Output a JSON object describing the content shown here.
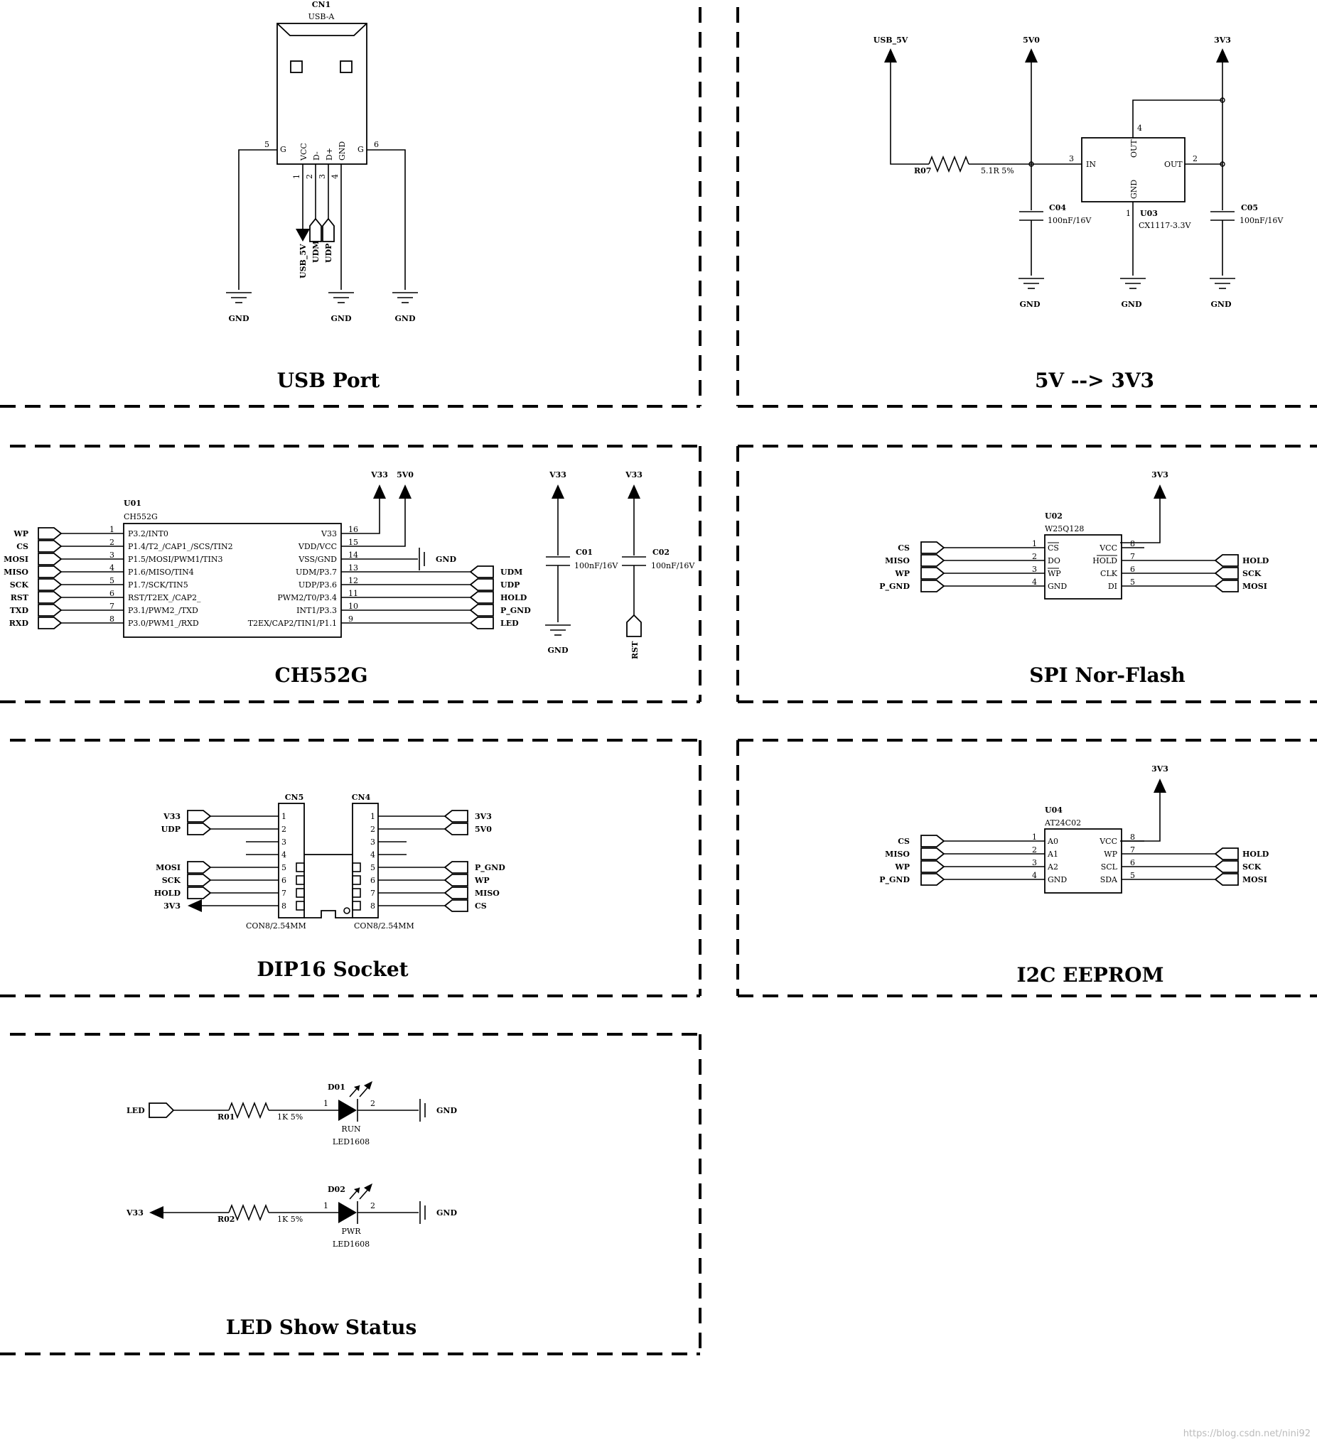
{
  "sections": {
    "usb": "USB Port",
    "pwr": "5V --> 3V3",
    "mcu": "CH552G",
    "spi": "SPI Nor-Flash",
    "dip": "DIP16 Socket",
    "i2c": "I2C EEPROM",
    "led": "LED Show Status"
  },
  "usb": {
    "ref": "CN1",
    "type": "USB-A",
    "pins": [
      "G",
      "VCC",
      "D-",
      "D+",
      "GND",
      "G"
    ],
    "pin_nums": [
      "5",
      "1",
      "2",
      "3",
      "4",
      "6"
    ],
    "nets": [
      "USB_5V",
      "UDM",
      "UDP"
    ],
    "gnd": "GND"
  },
  "regulator": {
    "rails": [
      "USB_5V",
      "5V0",
      "3V3"
    ],
    "r07": {
      "ref": "R07",
      "val": "5.1R 5%"
    },
    "c04": {
      "ref": "C04",
      "val": "100nF/16V"
    },
    "c05": {
      "ref": "C05",
      "val": "100nF/16V"
    },
    "u03": {
      "ref": "U03",
      "val": "CX1117-3.3V",
      "in": "IN",
      "out": "OUT",
      "out_top": "OUT",
      "gnd": "GND",
      "pins": [
        "3",
        "2",
        "4",
        "1"
      ]
    },
    "gnd": "GND"
  },
  "mcu": {
    "ref": "U01",
    "type": "CH552G",
    "left_pins": [
      "P3.2/INT0",
      "P1.4/T2_/CAP1_/SCS/TIN2",
      "P1.5/MOSI/PWM1/TIN3",
      "P1.6/MISO/TIN4",
      "P1.7/SCK/TIN5",
      "RST/T2EX_/CAP2_",
      "P3.1/PWM2_/TXD",
      "P3.0/PWM1_/RXD"
    ],
    "left_nums": [
      "1",
      "2",
      "3",
      "4",
      "5",
      "6",
      "7",
      "8"
    ],
    "left_nets": [
      "WP",
      "CS",
      "MOSI",
      "MISO",
      "SCK",
      "RST",
      "TXD",
      "RXD"
    ],
    "right_pins": [
      "V33",
      "VDD/VCC",
      "VSS/GND",
      "UDM/P3.7",
      "UDP/P3.6",
      "PWM2/T0/P3.4",
      "INT1/P3.3",
      "T2EX/CAP2/TIN1/P1.1"
    ],
    "right_nums": [
      "16",
      "15",
      "14",
      "13",
      "12",
      "11",
      "10",
      "9"
    ],
    "right_nets": [
      "UDM",
      "UDP",
      "HOLD",
      "P_GND",
      "LED"
    ],
    "rails": [
      "V33",
      "5V0"
    ],
    "gnd": "GND",
    "c01": {
      "ref": "C01",
      "val": "100nF/16V",
      "rail": "V33",
      "gnd": "GND"
    },
    "c02": {
      "ref": "C02",
      "val": "100nF/16V",
      "rail": "V33",
      "net": "RST"
    }
  },
  "spi": {
    "ref": "U02",
    "type": "W25Q128",
    "rail": "3V3",
    "left_pins": [
      "CS",
      "DO",
      "WP",
      "GND"
    ],
    "left_nums": [
      "1",
      "2",
      "3",
      "4"
    ],
    "left_nets": [
      "CS",
      "MISO",
      "WP",
      "P_GND"
    ],
    "right_pins": [
      "VCC",
      "HOLD",
      "CLK",
      "DI"
    ],
    "right_nums": [
      "8",
      "7",
      "6",
      "5"
    ],
    "right_nets": [
      "HOLD",
      "SCK",
      "MOSI"
    ]
  },
  "dip": {
    "cn5": {
      "ref": "CN5",
      "type": "CON8/2.54MM"
    },
    "cn4": {
      "ref": "CN4",
      "type": "CON8/2.54MM"
    },
    "nums": [
      "1",
      "2",
      "3",
      "4",
      "5",
      "6",
      "7",
      "8"
    ],
    "left_nets": [
      "V33",
      "UDP",
      "",
      "",
      "MOSI",
      "SCK",
      "HOLD",
      "3V3"
    ],
    "right_nets": [
      "3V3",
      "5V0",
      "",
      "",
      "P_GND",
      "WP",
      "MISO",
      "CS"
    ]
  },
  "eeprom": {
    "ref": "U04",
    "type": "AT24C02",
    "rail": "3V3",
    "left_pins": [
      "A0",
      "A1",
      "A2",
      "GND"
    ],
    "left_nums": [
      "1",
      "2",
      "3",
      "4"
    ],
    "left_nets": [
      "CS",
      "MISO",
      "WP",
      "P_GND"
    ],
    "right_pins": [
      "VCC",
      "WP",
      "SCL",
      "SDA"
    ],
    "right_nums": [
      "8",
      "7",
      "6",
      "5"
    ],
    "right_nets": [
      "HOLD",
      "SCK",
      "MOSI"
    ]
  },
  "leds": {
    "led1": {
      "net": "LED",
      "r": "R01",
      "rval": "1K 5%",
      "d": "D01",
      "name": "RUN",
      "pkg": "LED1608",
      "gnd": "GND",
      "pins": [
        "1",
        "2"
      ]
    },
    "led2": {
      "net": "V33",
      "r": "R02",
      "rval": "1K 5%",
      "d": "D02",
      "name": "PWR",
      "pkg": "LED1608",
      "gnd": "GND",
      "pins": [
        "1",
        "2"
      ]
    }
  },
  "watermark": "https://blog.csdn.net/nini92"
}
